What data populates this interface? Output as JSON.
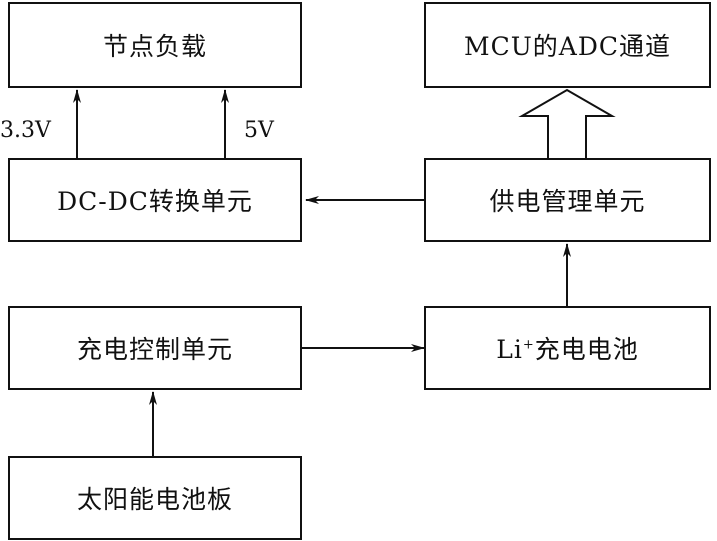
{
  "boxes": {
    "node_load": "节点负载",
    "mcu_adc": "MCU的ADC通道",
    "dcdc": "DC-DC转换单元",
    "power_mgmt": "供电管理单元",
    "charge_ctrl": "充电控制单元",
    "battery_base": "Li",
    "battery_sup": "+",
    "battery_rest": "充电电池",
    "solar": "太阳能电池板"
  },
  "labels": {
    "v33": "3.3V",
    "v5": "5V"
  }
}
